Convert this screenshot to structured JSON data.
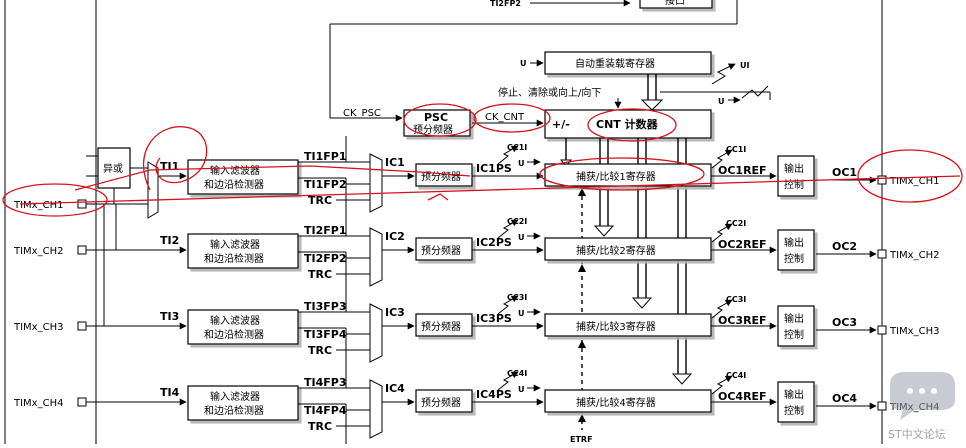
{
  "top": {
    "ti2fp2": "TI2FP2",
    "iface_label": "接口"
  },
  "auto_reload": {
    "label": "自动重装载寄存器",
    "u": "U",
    "ui": "UI"
  },
  "control_text": "停止、清除或向上/向下",
  "ck_psc": "CK_PSC",
  "psc": {
    "title": "PSC",
    "subtitle": "预分频器"
  },
  "ck_cnt": "CK_CNT",
  "cnt": {
    "plusminus": "+/-",
    "title": "CNT 计数器"
  },
  "xor_label": "异或",
  "filter_label_1": "输入滤波器",
  "filter_label_2": "和边沿检测器",
  "prescaler_label": "预分频器",
  "output_ctrl_1": "输出",
  "output_ctrl_2": "控制",
  "trc": "TRC",
  "u_label": "U",
  "etrf": "ETRF",
  "watermark": "ST中文论坛",
  "channels": [
    {
      "pin": "TIMx_CH1",
      "ti": "TI1",
      "fp_a": "TI1FP1",
      "fp_b": "TI1FP2",
      "ic": "IC1",
      "ps": "IC1PS",
      "cci": "CC1I",
      "reg": "捕获/比较1寄存器",
      "cc_out": "CC1I",
      "ref": "OC1REF",
      "oc": "OC1"
    },
    {
      "pin": "TIMx_CH2",
      "ti": "TI2",
      "fp_a": "TI2FP1",
      "fp_b": "TI2FP2",
      "ic": "IC2",
      "ps": "IC2PS",
      "cci": "CC2I",
      "reg": "捕获/比较2寄存器",
      "cc_out": "CC2I",
      "ref": "OC2REF",
      "oc": "OC2"
    },
    {
      "pin": "TIMx_CH3",
      "ti": "TI3",
      "fp_a": "TI3FP3",
      "fp_b": "TI3FP4",
      "ic": "IC3",
      "ps": "IC3PS",
      "cci": "CC3I",
      "reg": "捕获/比较3寄存器",
      "cc_out": "CC3I",
      "ref": "OC3REF",
      "oc": "OC3"
    },
    {
      "pin": "TIMx_CH4",
      "ti": "TI4",
      "fp_a": "TI4FP3",
      "fp_b": "TI4FP4",
      "ic": "IC4",
      "ps": "IC4PS",
      "cci": "CC4I",
      "reg": "捕获/比较4寄存器",
      "cc_out": "CC4I",
      "ref": "OC4REF",
      "oc": "OC4"
    }
  ]
}
